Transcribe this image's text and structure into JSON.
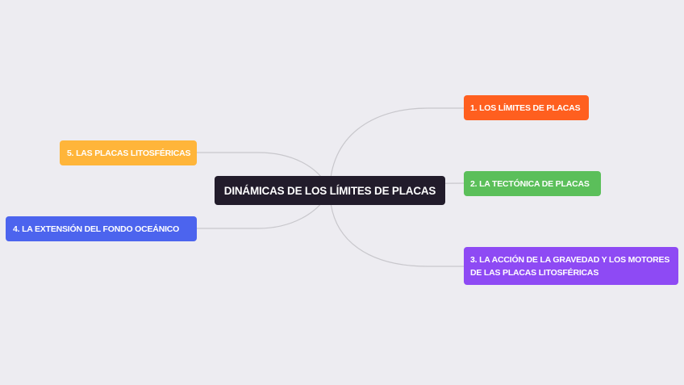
{
  "mindmap": {
    "center": {
      "label": "DINÁMICAS DE LOS LÍMITES DE PLACAS",
      "color": "#221c2b"
    },
    "branches": [
      {
        "label": "1. LOS LÍMITES DE PLACAS",
        "color": "#ff5f1f",
        "side": "right"
      },
      {
        "label": "2. LA TECTÓNICA DE PLACAS",
        "color": "#5bbf5a",
        "side": "right"
      },
      {
        "label": "3. LA ACCIÓN DE LA GRAVEDAD Y LOS MOTORES DE LAS PLACAS LITOSFÉRICAS",
        "color": "#8e4af4",
        "side": "right"
      },
      {
        "label": "4. LA EXTENSIÓN DEL FONDO OCEÁNICO",
        "color": "#4c64ee",
        "side": "left"
      },
      {
        "label": "5. LAS PLACAS LITOSFÉRICAS",
        "color": "#ffb53a",
        "side": "left"
      }
    ],
    "connector_color": "#c8c7cc",
    "background": "#edecf1"
  }
}
